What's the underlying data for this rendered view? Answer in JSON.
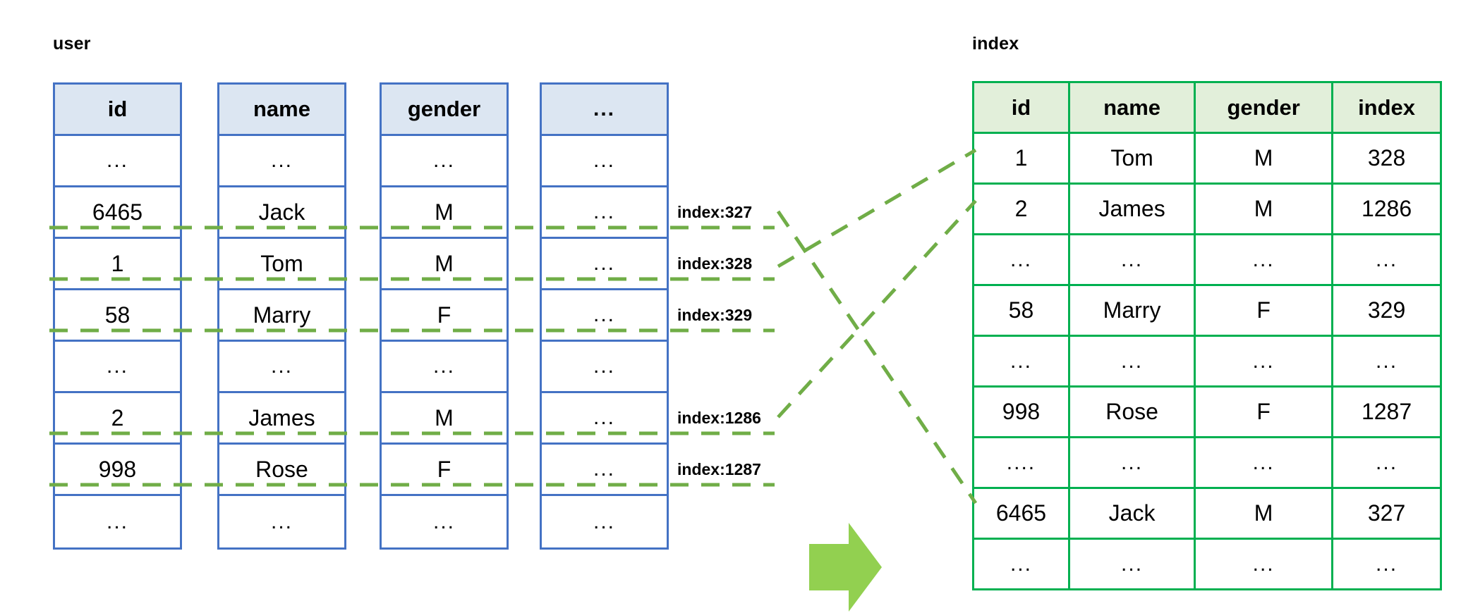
{
  "colors": {
    "user_border": "#4472c4",
    "user_header_fill": "#dce6f2",
    "index_border": "#00b050",
    "index_header_fill": "#e2efda",
    "connector_green": "#70ad47",
    "arrow_green": "#92d050"
  },
  "user_table": {
    "caption": "user",
    "columns": [
      {
        "header": "id",
        "cells": [
          "...",
          "6465",
          "1",
          "58",
          "...",
          "2",
          "998",
          "..."
        ]
      },
      {
        "header": "name",
        "cells": [
          "...",
          "Jack",
          "Tom",
          "Marry",
          "...",
          "James",
          "Rose",
          "..."
        ]
      },
      {
        "header": "gender",
        "cells": [
          "...",
          "M",
          "M",
          "F",
          "...",
          "M",
          "F",
          "..."
        ]
      },
      {
        "header": "...",
        "cells": [
          "...",
          "...",
          "...",
          "...",
          "...",
          "...",
          "...",
          "..."
        ]
      }
    ]
  },
  "index_labels": [
    {
      "text": "index:327",
      "row": "6465"
    },
    {
      "text": "index:328",
      "row": "1"
    },
    {
      "text": "index:329",
      "row": "58"
    },
    {
      "text": "index:1286",
      "row": "2"
    },
    {
      "text": "index:1287",
      "row": "998"
    }
  ],
  "index_table": {
    "caption": "index",
    "headers": [
      "id",
      "name",
      "gender",
      "index"
    ],
    "rows": [
      [
        "1",
        "Tom",
        "M",
        "328"
      ],
      [
        "2",
        "James",
        "M",
        "1286"
      ],
      [
        "...",
        "...",
        "...",
        "..."
      ],
      [
        "58",
        "Marry",
        "F",
        "329"
      ],
      [
        "...",
        "...",
        "...",
        "..."
      ],
      [
        "998",
        "Rose",
        "F",
        "1287"
      ],
      [
        "....",
        "...",
        "...",
        "..."
      ],
      [
        "6465",
        "Jack",
        "M",
        "327"
      ],
      [
        "...",
        "...",
        "...",
        "..."
      ]
    ]
  },
  "arrow": {
    "name": "flow-arrow-right",
    "direction": "right"
  }
}
